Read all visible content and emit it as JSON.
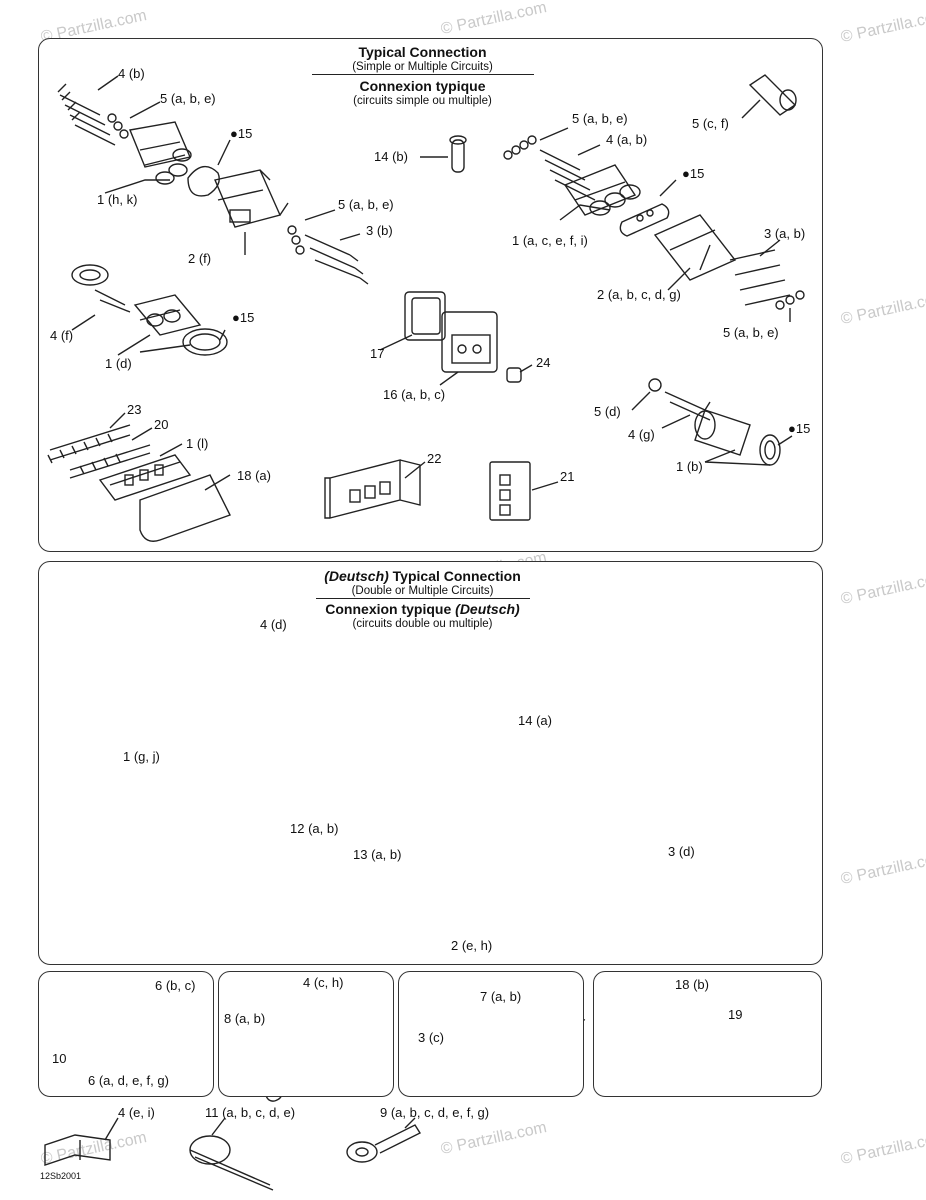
{
  "watermark": "© Partzilla.com",
  "drawing_code": "12Sb2001",
  "panel1": {
    "title_en": "Typical Connection",
    "subtitle_en": "(Simple or Multiple Circuits)",
    "title_fr": "Connexion typique",
    "subtitle_fr": "(circuits simple ou multiple)",
    "labels": {
      "l_4b": "4 (b)",
      "l_5abe_a": "5 (a, b, e)",
      "l_15_a": "15",
      "l_1hk": "1 (h, k)",
      "l_2f": "2 (f)",
      "l_5abe_b": "5 (a, b, e)",
      "l_3b": "3 (b)",
      "l_14b": "14 (b)",
      "l_5cf": "5 (c, f)",
      "l_5abe_c": "5 (a, b, e)",
      "l_4ab": "4 (a, b)",
      "l_15_b": "15",
      "l_1acefi": "1 (a, c, e, f, i)",
      "l_3ab": "3 (a, b)",
      "l_2abcdg": "2 (a, b, c, d, g)",
      "l_5abe_d": "5 (a, b, e)",
      "l_4f": "4 (f)",
      "l_15_c": "15",
      "l_1d": "1 (d)",
      "l_17": "17",
      "l_16abc": "16 (a, b, c)",
      "l_24": "24",
      "l_5d": "5 (d)",
      "l_4g": "4 (g)",
      "l_15_d": "15",
      "l_1b": "1 (b)",
      "l_23": "23",
      "l_20": "20",
      "l_1l": "1 (l)",
      "l_18a": "18 (a)",
      "l_22": "22",
      "l_21": "21"
    }
  },
  "panel2": {
    "title_brand_en": "(Deutsch)",
    "title_en": "Typical Connection",
    "subtitle_en": "(Double or Multiple Circuits)",
    "title_fr": "Connexion typique",
    "title_brand_fr": "(Deutsch)",
    "subtitle_fr": "(circuits double ou multiple)",
    "labels": {
      "l_4d": "4 (d)",
      "l_1gj": "1 (g, j)",
      "l_14a": "14 (a)",
      "l_12ab": "12 (a, b)",
      "l_13ab": "13 (a, b)",
      "l_3d": "3 (d)",
      "l_2eh": "2 (e, h)"
    }
  },
  "bottom": {
    "l_6bc": "6 (b, c)",
    "l_10": "10",
    "l_6adefg": "6 (a, d, e, f, g)",
    "l_4ch": "4 (c, h)",
    "l_8ab": "8 (a, b)",
    "l_7ab": "7 (a, b)",
    "l_3c": "3 (c)",
    "l_18b": "18 (b)",
    "l_19": "19",
    "l_4ei": "4 (e, i)",
    "l_11": "11 (a, b, c, d, e)",
    "l_9": "9 (a, b, c, d, e, f, g)"
  }
}
